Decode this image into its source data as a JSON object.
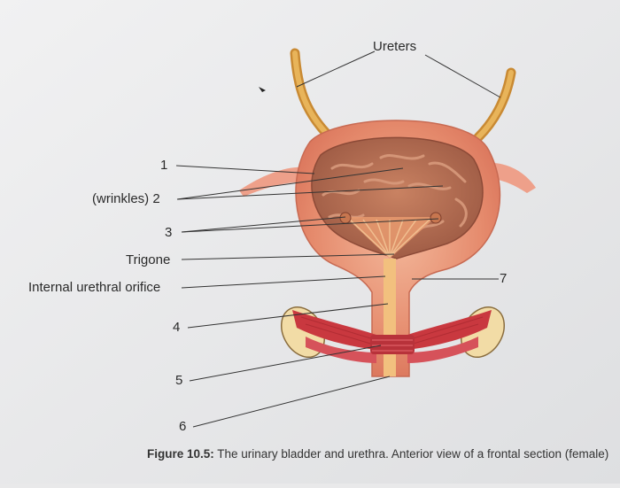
{
  "labels": {
    "ureters": "Ureters",
    "l1": "1",
    "l2": "(wrinkles) 2",
    "l3": "3",
    "trigone": "Trigone",
    "orifice": "Internal urethral orifice",
    "l4": "4",
    "l5": "5",
    "l6": "6",
    "l7": "7"
  },
  "caption": {
    "bold": "Figure 10.5:",
    "text": " The urinary bladder and urethra. Anterior view of a frontal section (female)"
  },
  "colors": {
    "background": "#e9e9ea",
    "bladder_wall": "#e58a6c",
    "bladder_interior": "#b96f52",
    "ureter": "#e0a64a",
    "muscle": "#c9383f",
    "bone": "#f2dca6",
    "leader_line": "#333333"
  }
}
